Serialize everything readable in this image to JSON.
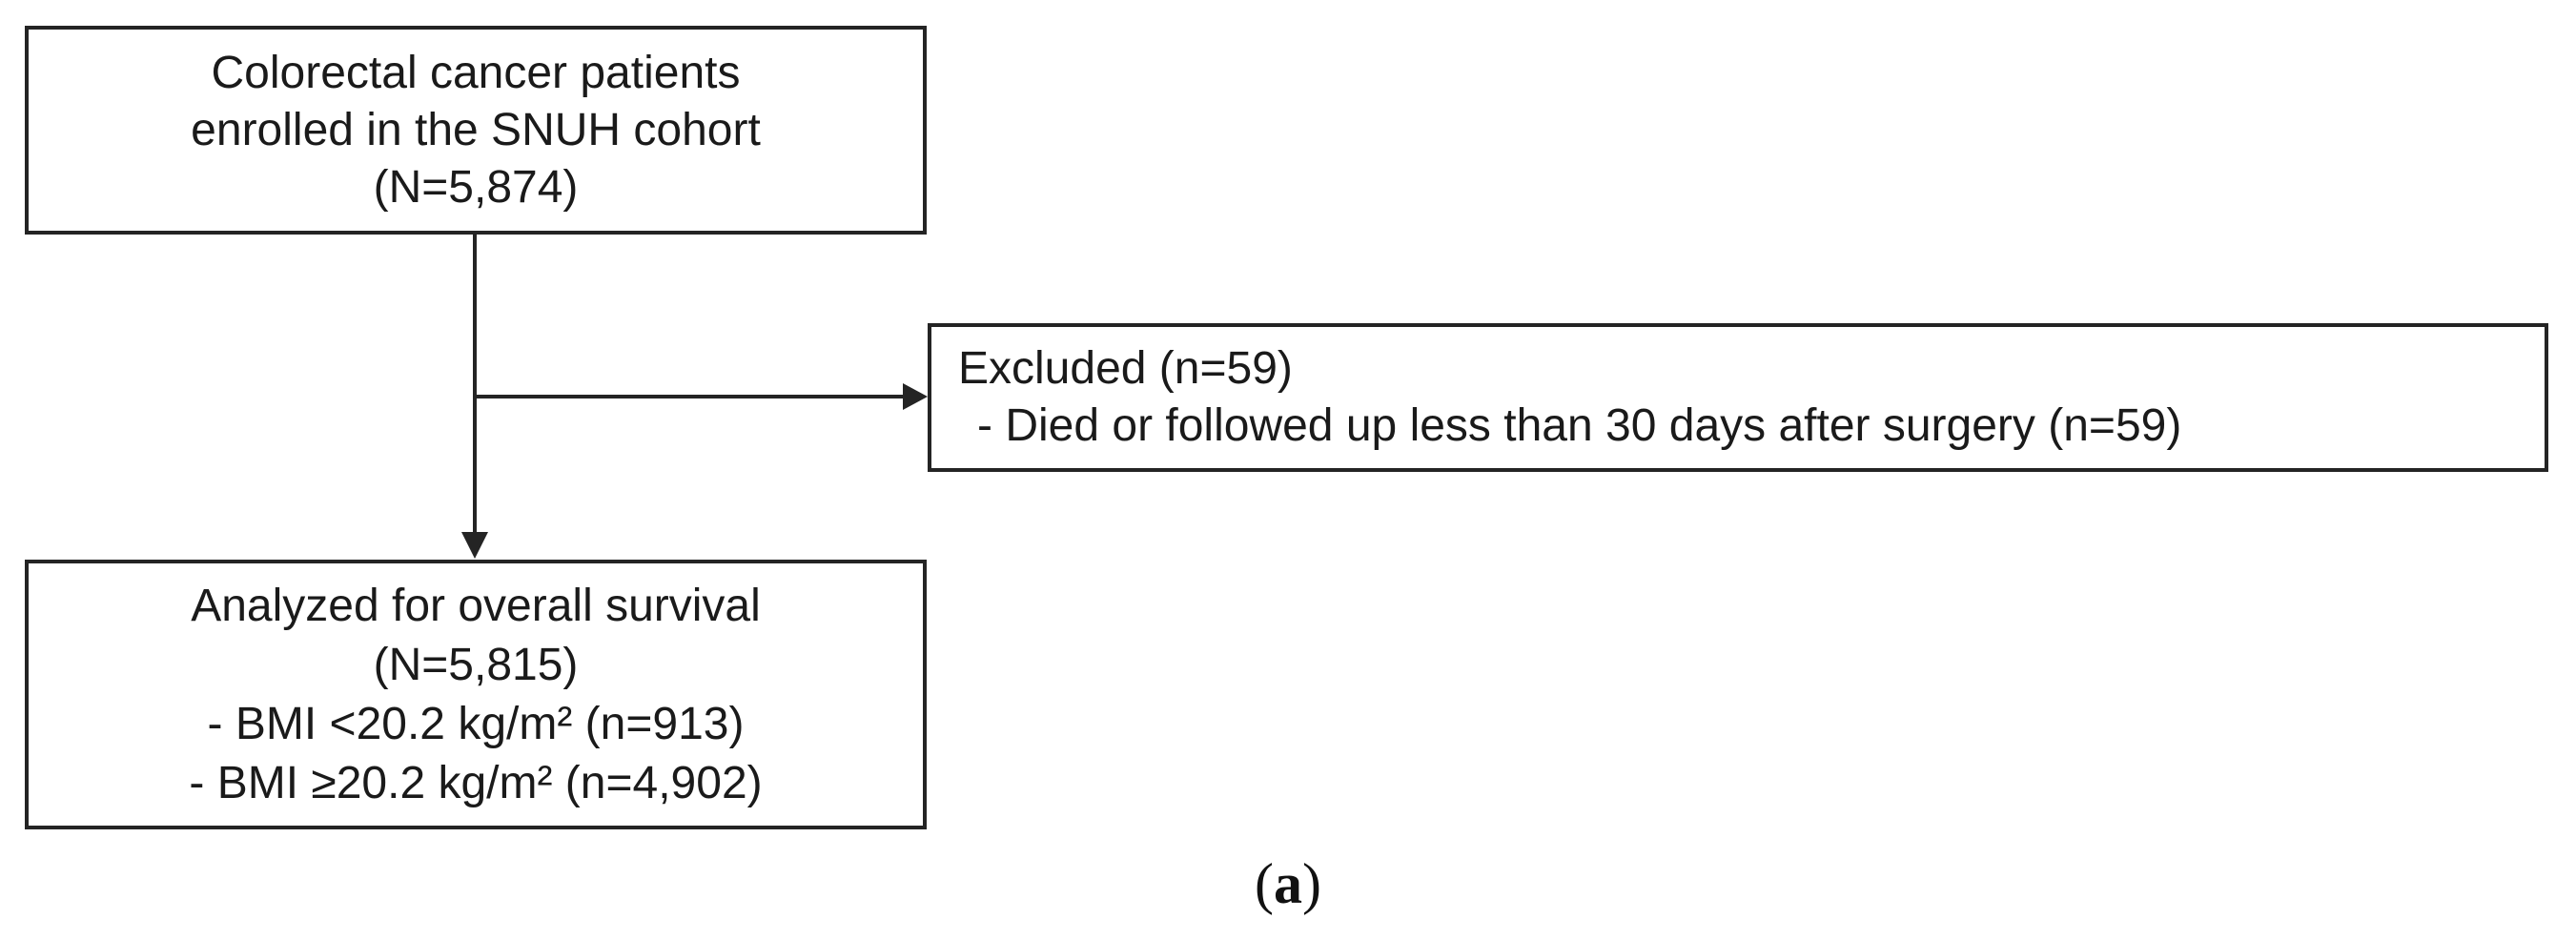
{
  "figure": {
    "boxes": {
      "cohort": {
        "lines": [
          "Colorectal cancer patients",
          "enrolled in the SNUH cohort",
          "(N=5,874)"
        ]
      },
      "excluded": {
        "title": "Excluded (n=59)",
        "reason": "- Died or followed up less than 30 days after surgery (n=59)"
      },
      "analyzed": {
        "lines": [
          "Analyzed for overall survival",
          "(N=5,815)",
          "- BMI <20.2 kg/m² (n=913)",
          "- BMI ≥20.2 kg/m² (n=4,902)"
        ]
      }
    },
    "caption": {
      "open": "(",
      "letter": "a",
      "close": ")"
    },
    "colors": {
      "line": "#242424",
      "text": "#1a1a1a",
      "background": "#ffffff"
    }
  }
}
